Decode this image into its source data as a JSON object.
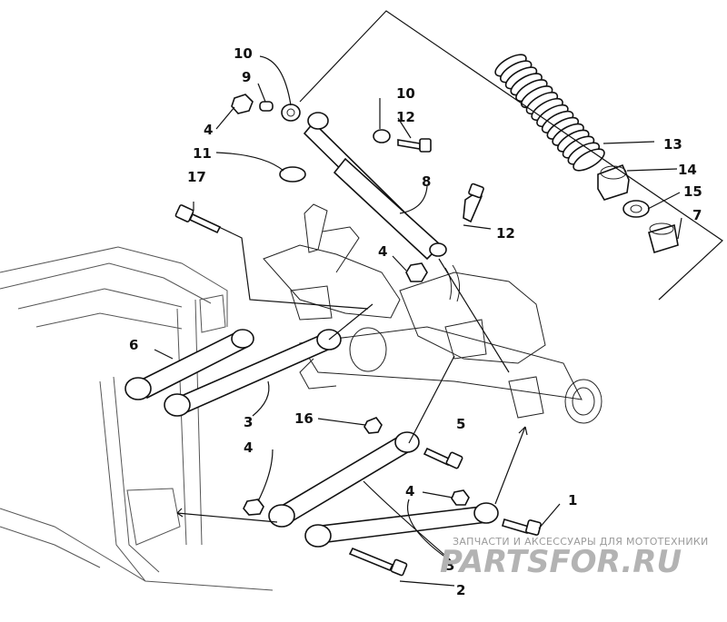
{
  "callouts": [
    {
      "id": "1",
      "label": "1"
    },
    {
      "id": "2",
      "label": "2"
    },
    {
      "id": "3a",
      "label": "3"
    },
    {
      "id": "3b",
      "label": "3"
    },
    {
      "id": "4a",
      "label": "4"
    },
    {
      "id": "4b",
      "label": "4"
    },
    {
      "id": "4c",
      "label": "4"
    },
    {
      "id": "4d",
      "label": "4"
    },
    {
      "id": "5",
      "label": "5"
    },
    {
      "id": "6",
      "label": "6"
    },
    {
      "id": "7",
      "label": "7"
    },
    {
      "id": "8",
      "label": "8"
    },
    {
      "id": "9",
      "label": "9"
    },
    {
      "id": "10a",
      "label": "10"
    },
    {
      "id": "10b",
      "label": "10"
    },
    {
      "id": "11",
      "label": "11"
    },
    {
      "id": "12a",
      "label": "12"
    },
    {
      "id": "12b",
      "label": "12"
    },
    {
      "id": "13",
      "label": "13"
    },
    {
      "id": "14",
      "label": "14"
    },
    {
      "id": "15",
      "label": "15"
    },
    {
      "id": "16",
      "label": "16"
    },
    {
      "id": "17",
      "label": "17"
    }
  ],
  "watermark": {
    "tagline": "ЗАПЧАСТИ И АКСЕССУАРЫ ДЛЯ МОТОТЕХНИКИ",
    "logo": "PARTSFOR.RU"
  }
}
